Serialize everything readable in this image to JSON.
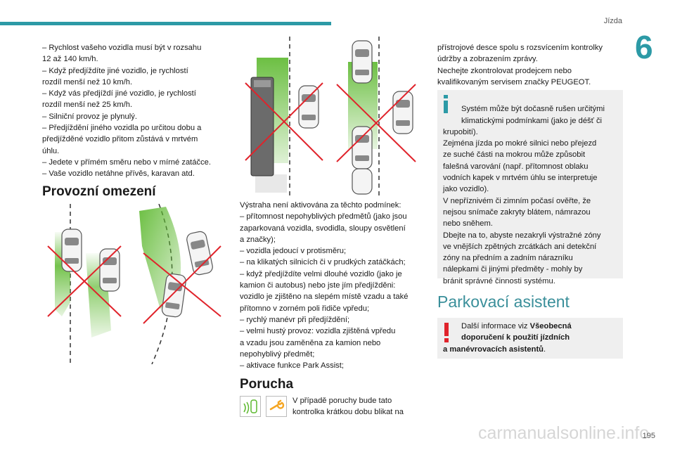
{
  "header": {
    "section": "Jízda",
    "chapter": "6"
  },
  "left_column": {
    "conditions": "– Rychlost vašeho vozidla musí být v rozsahu\n12 až 140 km/h.\n– Když předjíždíte jiné vozidlo, je rychlostí\nrozdíl menší než 10 km/h.\n– Když vás předjíždí jiné vozidlo, je rychlostí\nrozdíl menší než 25 km/h.\n– Silniční provoz je plynulý.\n– Předjíždění jiného vozidla po určitou dobu a\npředjížděné vozidlo přitom zůstává v mrtvém\núhlu.\n– Jedete v přímém směru nebo v mírné zatáčce.\n– Vaše vozidlo netáhne přívěs, karavan atd.",
    "heading": "Provozní omezení"
  },
  "middle_column": {
    "not_active": "Výstraha není aktivována za těchto podmínek:\n– přítomnost nepohyblivých předmětů (jako jsou\nzaparkovaná vozidla, svodidla, sloupy osvětlení\na značky);\n– vozidla jedoucí v protisměru;\n– na klikatých silnicích či v prudkých zatáčkách;\n– když předjíždíte velmi dlouhé vozidlo (jako je\nkamion či autobus) nebo jste jím předjížděni:\nvozidlo je zjištěno na slepém místě vzadu a také\npřítomno v zorném poli řidiče vpředu;\n– rychlý manévr při předjíždění;\n– velmi hustý provoz: vozidla zjištěná vpředu\na vzadu jsou zaměněna za kamion nebo\nnepohyblivý předmět;\n– aktivace funkce Park Assist;",
    "fault_heading": "Porucha",
    "fault_text": "V případě poruchy bude tato\nkontrolka krátkou dobu blikat na",
    "fault_icons": [
      "blind-spot-warning-icon",
      "service-wrench-icon"
    ]
  },
  "right_column": {
    "fault_cont": "přístrojové desce spolu s rozsvícením kontrolky\núdržby a zobrazením zprávy.\nNechejte zkontrolovat prodejcem nebo\nkvalifikovaným servisem značky PEUGEOT.",
    "info_first": "Systém může být dočasně rušen určitými\nklimatickými podmínkami (jako je déšť či",
    "info_rest": "krupobití).\nZejména jízda po mokré silnici nebo přejezd\nze suché části na mokrou může způsobit\nfalešná varování (např. přítomnost oblaku\nvodních kapek v mrtvém úhlu se interpretuje\njako vozidlo).\nV nepříznivém či zimním počasí ověřte, že\nnejsou snímače zakryty blátem, námrazou\nnebo sněhem.\nDbejte na to, abyste nezakryli výstražné zóny\nve vnějších zpětných zrcátkách ani detekční\nzóny na předním a zadním nárazníku\nnálepkami či jinými předměty - mohly by\nbránit správné činnosti systému.",
    "parking_heading": "Parkovací asistent",
    "warn_l1_pre": "Další informace viz ",
    "warn_l1_bold": "Všeobecná",
    "warn_l2": "doporučení k použití jízdních",
    "warn_l3_bold": "a manévrovacích asistentů",
    "warn_l3_post": "."
  },
  "footer": {
    "page": "195",
    "watermark": "carmanualsonline.info"
  },
  "colors": {
    "accent": "#2c9aa6",
    "warning": "#e0232b",
    "zone": "#5cb82e"
  }
}
